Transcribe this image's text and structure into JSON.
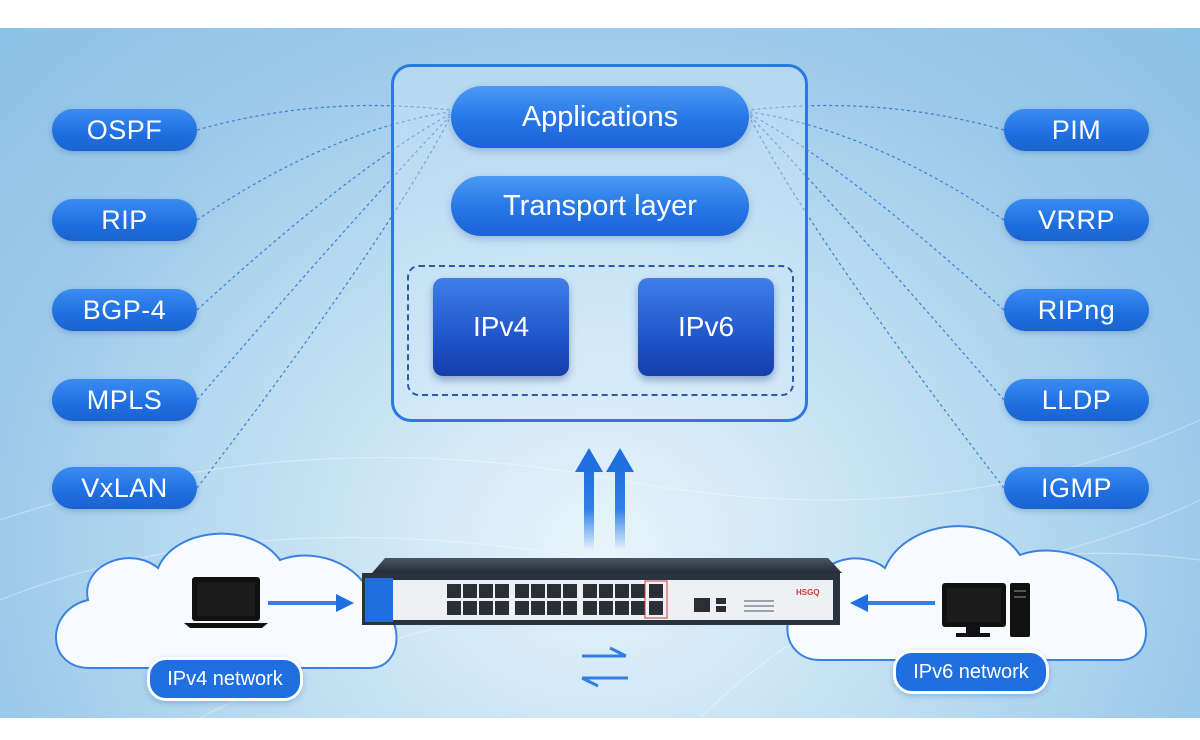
{
  "stack": {
    "applications": "Applications",
    "transport": "Transport layer",
    "ipv4": "IPv4",
    "ipv6": "IPv6"
  },
  "left_protocols": [
    "OSPF",
    "RIP",
    "BGP-4",
    "MPLS",
    "VxLAN"
  ],
  "right_protocols": [
    "PIM",
    "VRRP",
    "RIPng",
    "LLDP",
    "IGMP"
  ],
  "networks": {
    "ipv4": "IPv4 network",
    "ipv6": "IPv6 network"
  },
  "switch": {
    "brand": "HSGQ"
  },
  "icons": [
    "laptop-icon",
    "desktop-computer-icon",
    "cloud-icon",
    "network-switch-icon",
    "upload-arrows-icon",
    "bidirectional-arrows-icon"
  ],
  "colors": {
    "accent": "#1f6fe0",
    "dark_blue": "#1c4fc4",
    "border": "#2a78e4"
  }
}
